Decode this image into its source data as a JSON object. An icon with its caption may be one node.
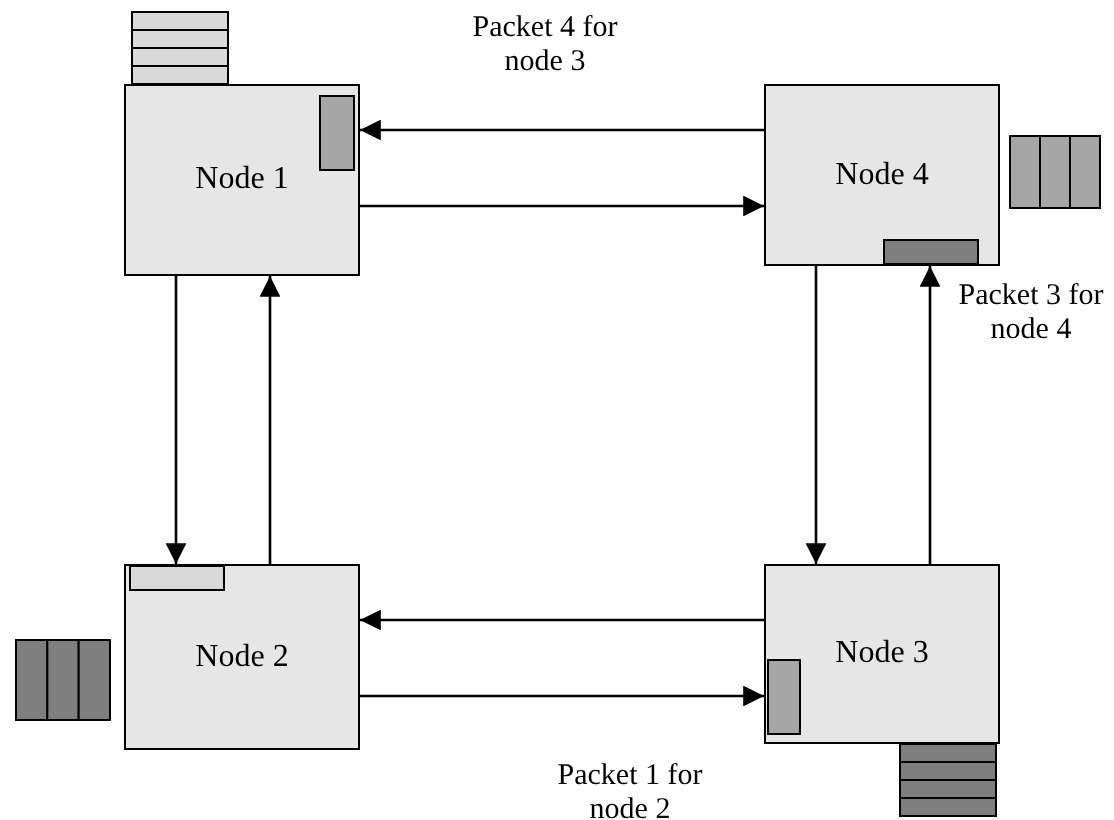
{
  "diagram": {
    "nodes": [
      {
        "text": [
          "Node 1"
        ]
      },
      {
        "text": [
          "Node 4"
        ]
      },
      {
        "text": [
          "Node 2"
        ]
      },
      {
        "text": [
          "Node 3"
        ]
      }
    ],
    "edges": [
      {
        "from": 1,
        "to": 0,
        "arrow": "to"
      },
      {
        "from": 0,
        "to": 1,
        "arrow": "to"
      },
      {
        "from": 0,
        "to": 2,
        "arrow": "to"
      },
      {
        "from": 2,
        "to": 0,
        "arrow": "to"
      },
      {
        "from": 1,
        "to": 3,
        "arrow": "to"
      },
      {
        "from": 3,
        "to": 1,
        "arrow": "to"
      },
      {
        "from": 3,
        "to": 2,
        "arrow": "to"
      },
      {
        "from": 2,
        "to": 3,
        "arrow": "to"
      }
    ],
    "labels": [
      "Packet 4 for node 3",
      "Packet 3 for node 4",
      "Packet 1 for node 2"
    ]
  }
}
